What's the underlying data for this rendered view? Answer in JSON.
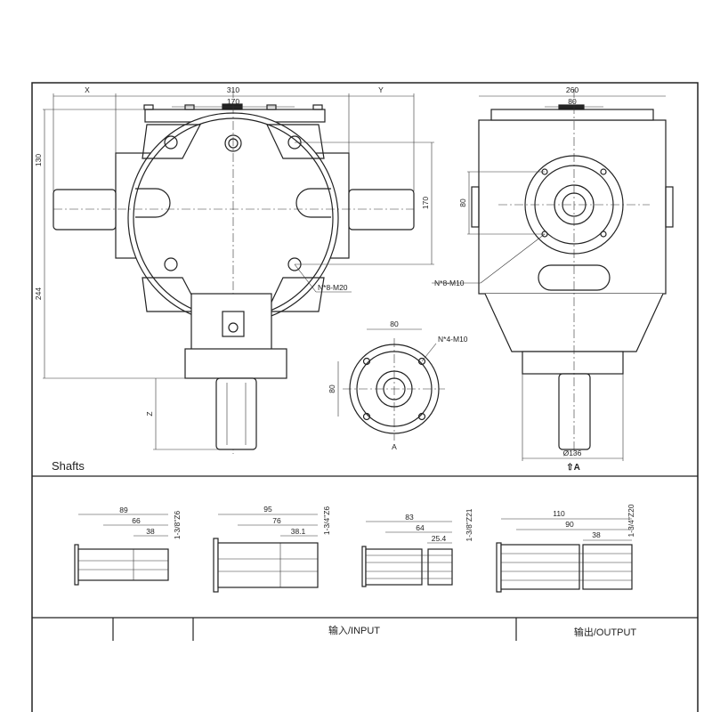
{
  "front_view": {
    "dim_x": "X",
    "dim_total": "310",
    "dim_y": "Y",
    "dim_flange": "170",
    "dim_height_top": "130",
    "dim_height_total": "244",
    "dim_bolt_span": "170",
    "dim_z": "Z",
    "bolt_callout": "N*8-M20"
  },
  "side_view": {
    "dim_width": "260",
    "dim_top": "80",
    "dim_bolt": "80",
    "bolt_callout": "N*8-M10",
    "dim_base_dia": "Ø136",
    "view_arrow": "⇧A"
  },
  "flange_view": {
    "dim_h": "80",
    "dim_v": "80",
    "bolt_callout": "N*4-M10",
    "view_label": "A"
  },
  "shafts_section": {
    "title": "Shafts",
    "items": [
      {
        "spec": "1-3/8\"Z6",
        "dims": [
          "89",
          "66",
          "38"
        ]
      },
      {
        "spec": "1-3/4\"Z6",
        "dims": [
          "95",
          "76",
          "38.1"
        ]
      },
      {
        "spec": "1-3/8\"Z21",
        "dims": [
          "83",
          "64",
          "25.4"
        ]
      },
      {
        "spec": "1-3/4\"Z20",
        "dims": [
          "110",
          "90",
          "38"
        ]
      }
    ]
  },
  "table": {
    "input_header": "输入/INPUT",
    "output_header": "输出/OUTPUT"
  }
}
